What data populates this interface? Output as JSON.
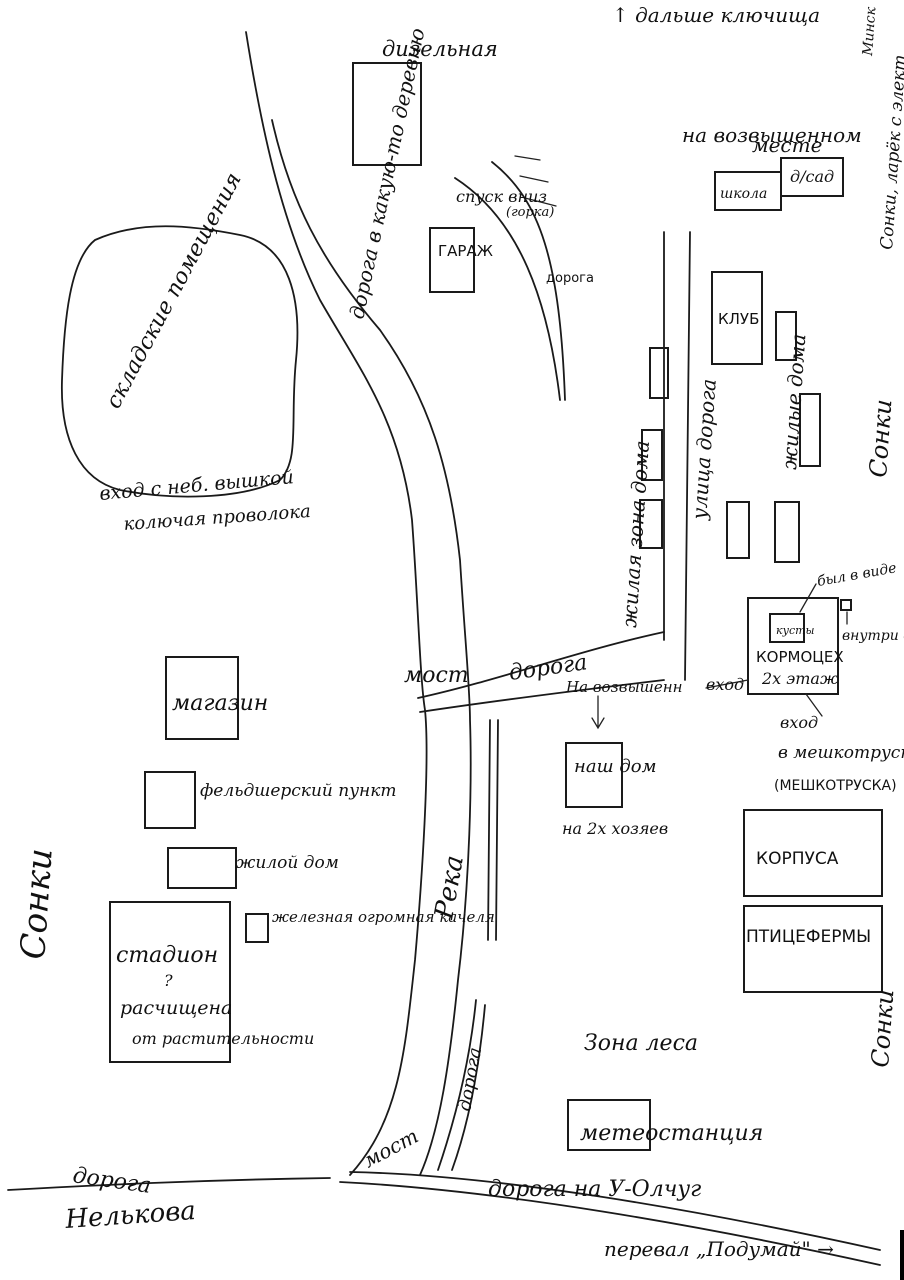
{
  "labels": {
    "further_key": "↑ дальше ключища",
    "minsk_note": "Минск",
    "sonki_kiosks": "Сонки, ларёк с элект",
    "diesel": "дизельная",
    "road_to_somewhere": "дорога в какую-то деревню",
    "garage": "ГАРАЖ",
    "descent": "спуск вниз",
    "descent_sub": "(горка)",
    "road_upper": "дорога",
    "on_hill": "на возвышенном",
    "on_hill_2": "месте",
    "school": "школа",
    "kindergarten": "д/сад",
    "club": "КЛУБ",
    "houses_right": "жилые дома",
    "sonki_right": "Сонки",
    "residential_zone": "жилая зона дома",
    "street_road": "улица дорога",
    "warehouse": "складские помещения",
    "warehouse_entry": "вход с неб. вышкой",
    "barbed_wire": "колючая проволока",
    "bushes_note": "был в виде",
    "bushes": "кусты",
    "inner_yard": "внутри двор",
    "feed_shop": "КОРМОЦЕХ",
    "two_floors": "2х этаж",
    "entry": "вход",
    "bridge": "мост",
    "road_mid": "дорога",
    "on_rise": "На возвышенн",
    "entry_bag": "вход",
    "bag_making": "в мешкотруску",
    "bag_making_2": "(МЕШКОТРУСКА)",
    "shop": "магазин",
    "our_house": "наш дом",
    "two_owners": "на 2х хозяев",
    "feldsher": "фельдшерский пункт",
    "residential_house": "жилой дом",
    "buildings": "КОРПУСА",
    "poultry": "ПТИЦЕФЕРМЫ",
    "iron_swing": "железная огромная качеля",
    "stadium": "стадион",
    "stadium_q": "?",
    "cleared": "расчищена",
    "from_growth": "от растительности",
    "river": "Река",
    "sonki_left": "Сонки",
    "sonki_bottom_right": "Сонки",
    "forest": "Зона леса",
    "road_vertical": "дорога",
    "weather_station": "метеостанция",
    "bridge_bottom": "мост",
    "road_nelkova": "дорога",
    "nelkova": "Нелькова",
    "road_to": "дорога на У-Олчуг",
    "pass": "перевал „Подумай\" →"
  }
}
